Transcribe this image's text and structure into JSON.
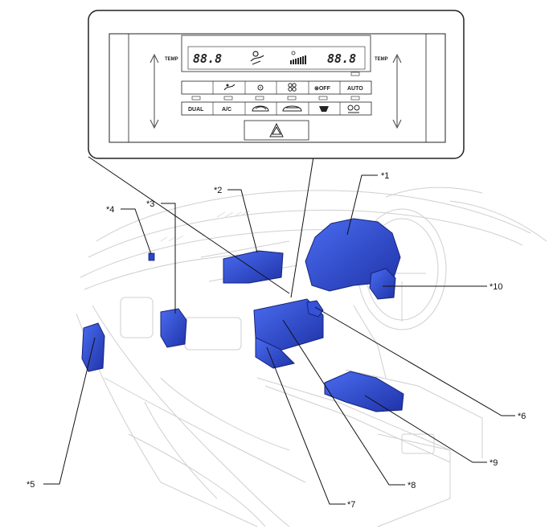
{
  "panel": {
    "temp_left": "TEMP",
    "temp_right": "TEMP",
    "display_left": "88.8",
    "display_right": "88.8",
    "row1_buttons": [
      "",
      "defrost-rear-fan-icon",
      "fan-low-icon",
      "fan-high-icon",
      "⊛OFF",
      "AUTO"
    ],
    "row1_off_label": "⊛OFF",
    "row1_auto_label": "AUTO",
    "row2_dual_label": "DUAL",
    "row2_ac_label": "A/C",
    "row2_icons": [
      "recirc-icon",
      "fresh-air-icon",
      "front-defrost-icon",
      "rear-defrost-icon"
    ]
  },
  "callouts": {
    "c1": "*1",
    "c2": "*2",
    "c3": "*3",
    "c4": "*4",
    "c5": "*5",
    "c6": "*6",
    "c7": "*7",
    "c8": "*8",
    "c9": "*9",
    "c10": "*10"
  },
  "colors": {
    "highlight_blue": "#2a45c8",
    "highlight_dark": "#16237a",
    "line_gray": "#c9c9c9",
    "frame_black": "#222222"
  }
}
